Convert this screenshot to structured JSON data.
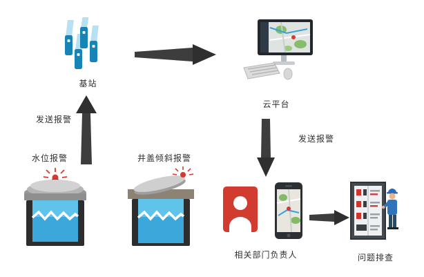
{
  "nodes": {
    "base_station": {
      "label": "基站"
    },
    "cloud_platform": {
      "label": "云平台"
    },
    "water_level_alarm": {
      "label": "水位报警"
    },
    "cover_tilt_alarm": {
      "label": "井盖倾斜报警"
    },
    "department_head": {
      "label": "相关部门负责人"
    },
    "issue_check": {
      "label": "问题排查"
    }
  },
  "edges": {
    "alarm_to_base": {
      "label": "发送报警"
    },
    "alarm_to_staff": {
      "label": "发送报警"
    }
  },
  "colors": {
    "antenna_blue": "#1784b6",
    "beam_blue": "#aadcf0",
    "arrow_gray": "#3d3d3d",
    "alarm_red": "#d23b2f",
    "water_light": "#5fc3ea",
    "water_deep": "#3ba7da",
    "person_red": "#d23b2f",
    "uniform_blue": "#2f74b8",
    "map_green": "#86bd6a"
  }
}
